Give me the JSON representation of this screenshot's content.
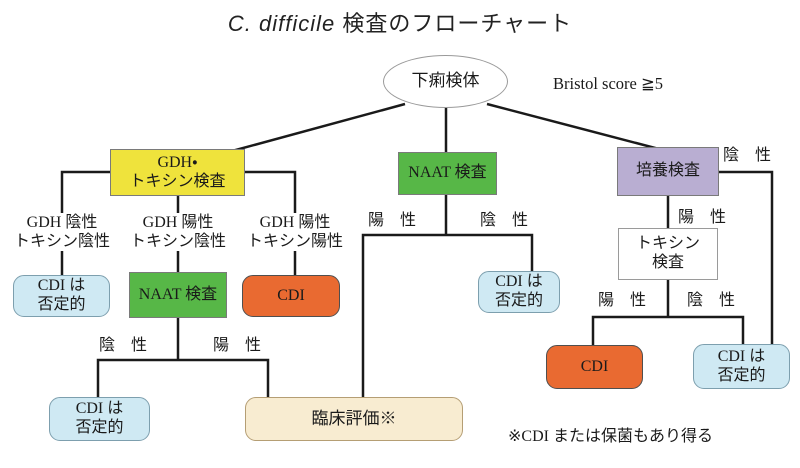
{
  "title": {
    "species_italic": "C. difficile",
    "rest": " 検査のフローチャート"
  },
  "annotations": {
    "bristol": "Bristol score ≧5",
    "footnote": "※CDI または保菌もあり得る"
  },
  "nodes": {
    "specimen": "下痢検体",
    "gdh_toxin_test": "GDH・\nトキシン検査",
    "naat_test_center": "NAAT 検査",
    "culture_test": "培養検査",
    "cdi_unlikely_1": "CDI は\n否定的",
    "naat_test_left": "NAAT 検査",
    "cdi_1": "CDI",
    "cdi_unlikely_2": "CDI は\n否定的",
    "clinical_evaluation": "臨床評価※",
    "cdi_unlikely_3": "CDI は\n否定的",
    "toxin_test": "トキシン\n検査",
    "cdi_2": "CDI",
    "cdi_unlikely_4": "CDI は\n否定的"
  },
  "edge_labels": {
    "gdh_neg_toxin_neg": "GDH 陰性\nトキシン陰性",
    "gdh_pos_toxin_neg": "GDH 陽性\nトキシン陰性",
    "gdh_pos_toxin_pos": "GDH 陽性\nトキシン陽性",
    "naat_left_negative": "陰　性",
    "naat_left_positive": "陽　性",
    "naat_center_positive": "陽　性",
    "naat_center_negative": "陰　性",
    "culture_negative": "陰　性",
    "culture_positive": "陽　性",
    "toxin_positive": "陽　性",
    "toxin_negative": "陰　性"
  },
  "colors": {
    "yellow": "#efe33c",
    "green": "#57b747",
    "purple": "#b9aed2",
    "orange": "#e96a31",
    "light_blue": "#cfe9f3",
    "beige": "#f8ecd1",
    "white": "#ffffff",
    "line": "#1a1a1a"
  }
}
